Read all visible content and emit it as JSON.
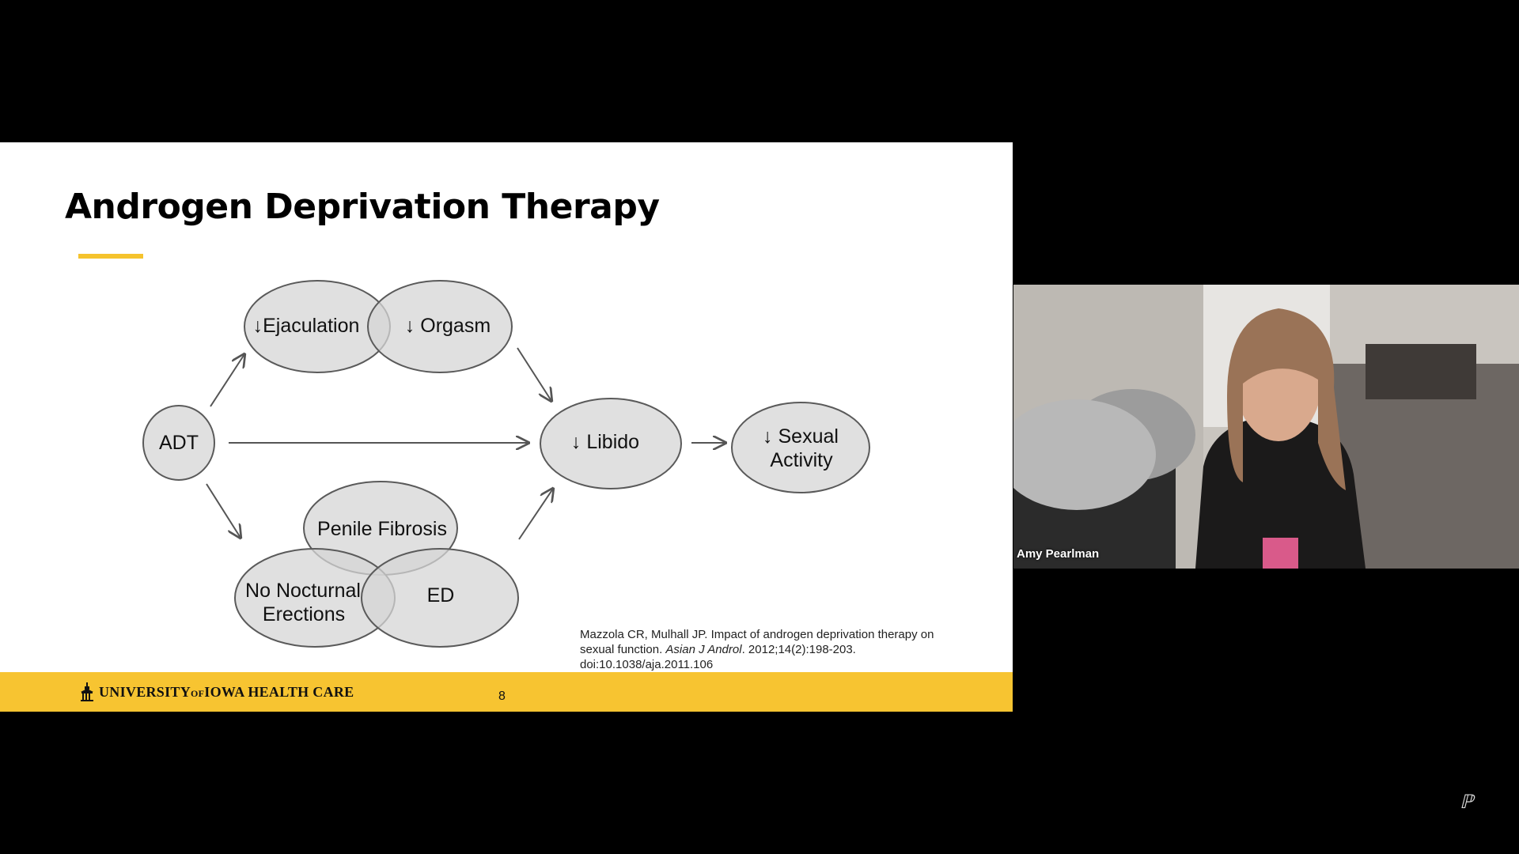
{
  "slide": {
    "title": "Androgen Deprivation Therapy",
    "accent_color": "#f5c32d",
    "diagram": {
      "nodes": {
        "adt": "ADT",
        "ejaculation": "↓Ejaculation",
        "orgasm": "↓ Orgasm",
        "libido": "↓ Libido",
        "sexual_activity_line1": "↓ Sexual",
        "sexual_activity_line2": "Activity",
        "penile_fibrosis": "Penile Fibrosis",
        "no_nocturnal_line1": "No Nocturnal",
        "no_nocturnal_line2": "Erections",
        "ed": "ED"
      }
    },
    "citation": {
      "line1": "Mazzola CR, Mulhall JP. Impact of androgen deprivation therapy on",
      "line2_prefix": "sexual function. ",
      "journal": "Asian J Androl",
      "line2_suffix": ". 2012;14(2):198-203.",
      "line3": "doi:10.1038/aja.2011.106"
    },
    "footer": {
      "logo_text_1": "University",
      "logo_text_2": "of",
      "logo_text_3": "Iowa Health Care",
      "page_number": "8",
      "band_color": "#f7c431"
    }
  },
  "video": {
    "participant_name": "Amy Pearlman"
  },
  "brand_mark": "ℙ"
}
